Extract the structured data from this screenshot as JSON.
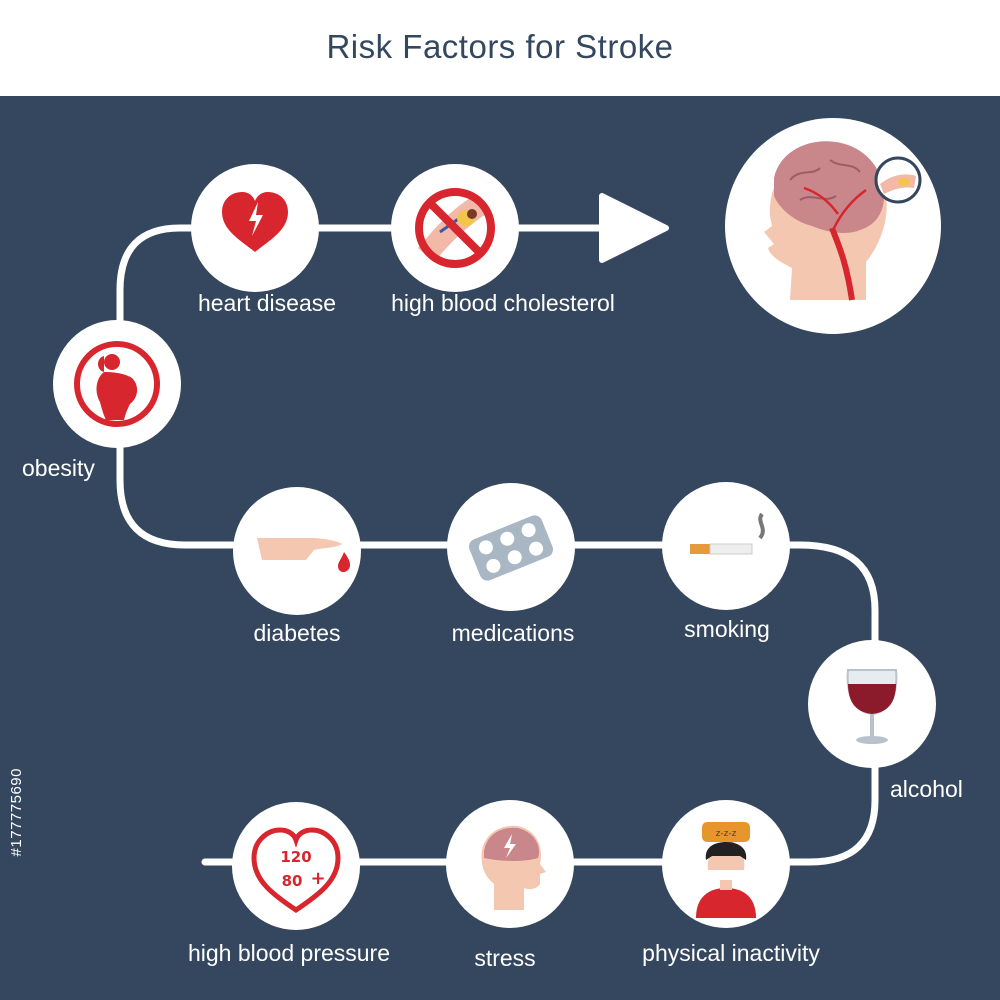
{
  "title": "Risk Factors for Stroke",
  "colors": {
    "panel": "#34475e",
    "accent_red": "#d7262d",
    "node_fill": "#ffffff",
    "path": "#ffffff"
  },
  "factors": [
    {
      "id": "heart-disease",
      "label": "heart disease",
      "icon": "heart-bolt-icon"
    },
    {
      "id": "high-blood-cholesterol",
      "label": "high blood cholesterol",
      "icon": "blocked-artery-icon"
    },
    {
      "id": "obesity",
      "label": "obesity",
      "icon": "obese-person-icon"
    },
    {
      "id": "diabetes",
      "label": "diabetes",
      "icon": "blood-drop-finger-icon"
    },
    {
      "id": "medications",
      "label": "medications",
      "icon": "pill-blister-icon"
    },
    {
      "id": "smoking",
      "label": "smoking",
      "icon": "cigarette-icon"
    },
    {
      "id": "alcohol",
      "label": "alcohol",
      "icon": "wine-glass-icon"
    },
    {
      "id": "physical-inactivity",
      "label": "physical inactivity",
      "icon": "sleeping-person-icon"
    },
    {
      "id": "stress",
      "label": "stress",
      "icon": "stressed-head-icon"
    },
    {
      "id": "high-blood-pressure",
      "label": "high blood pressure",
      "icon": "heart-pressure-icon"
    }
  ],
  "bp_icon": {
    "systolic": "120",
    "diastolic": "80",
    "plus": "+"
  },
  "sleep_icon_text": "z-z-z",
  "outcome_icon": "stroke-brain-head-icon",
  "stock_id": "#177775690"
}
